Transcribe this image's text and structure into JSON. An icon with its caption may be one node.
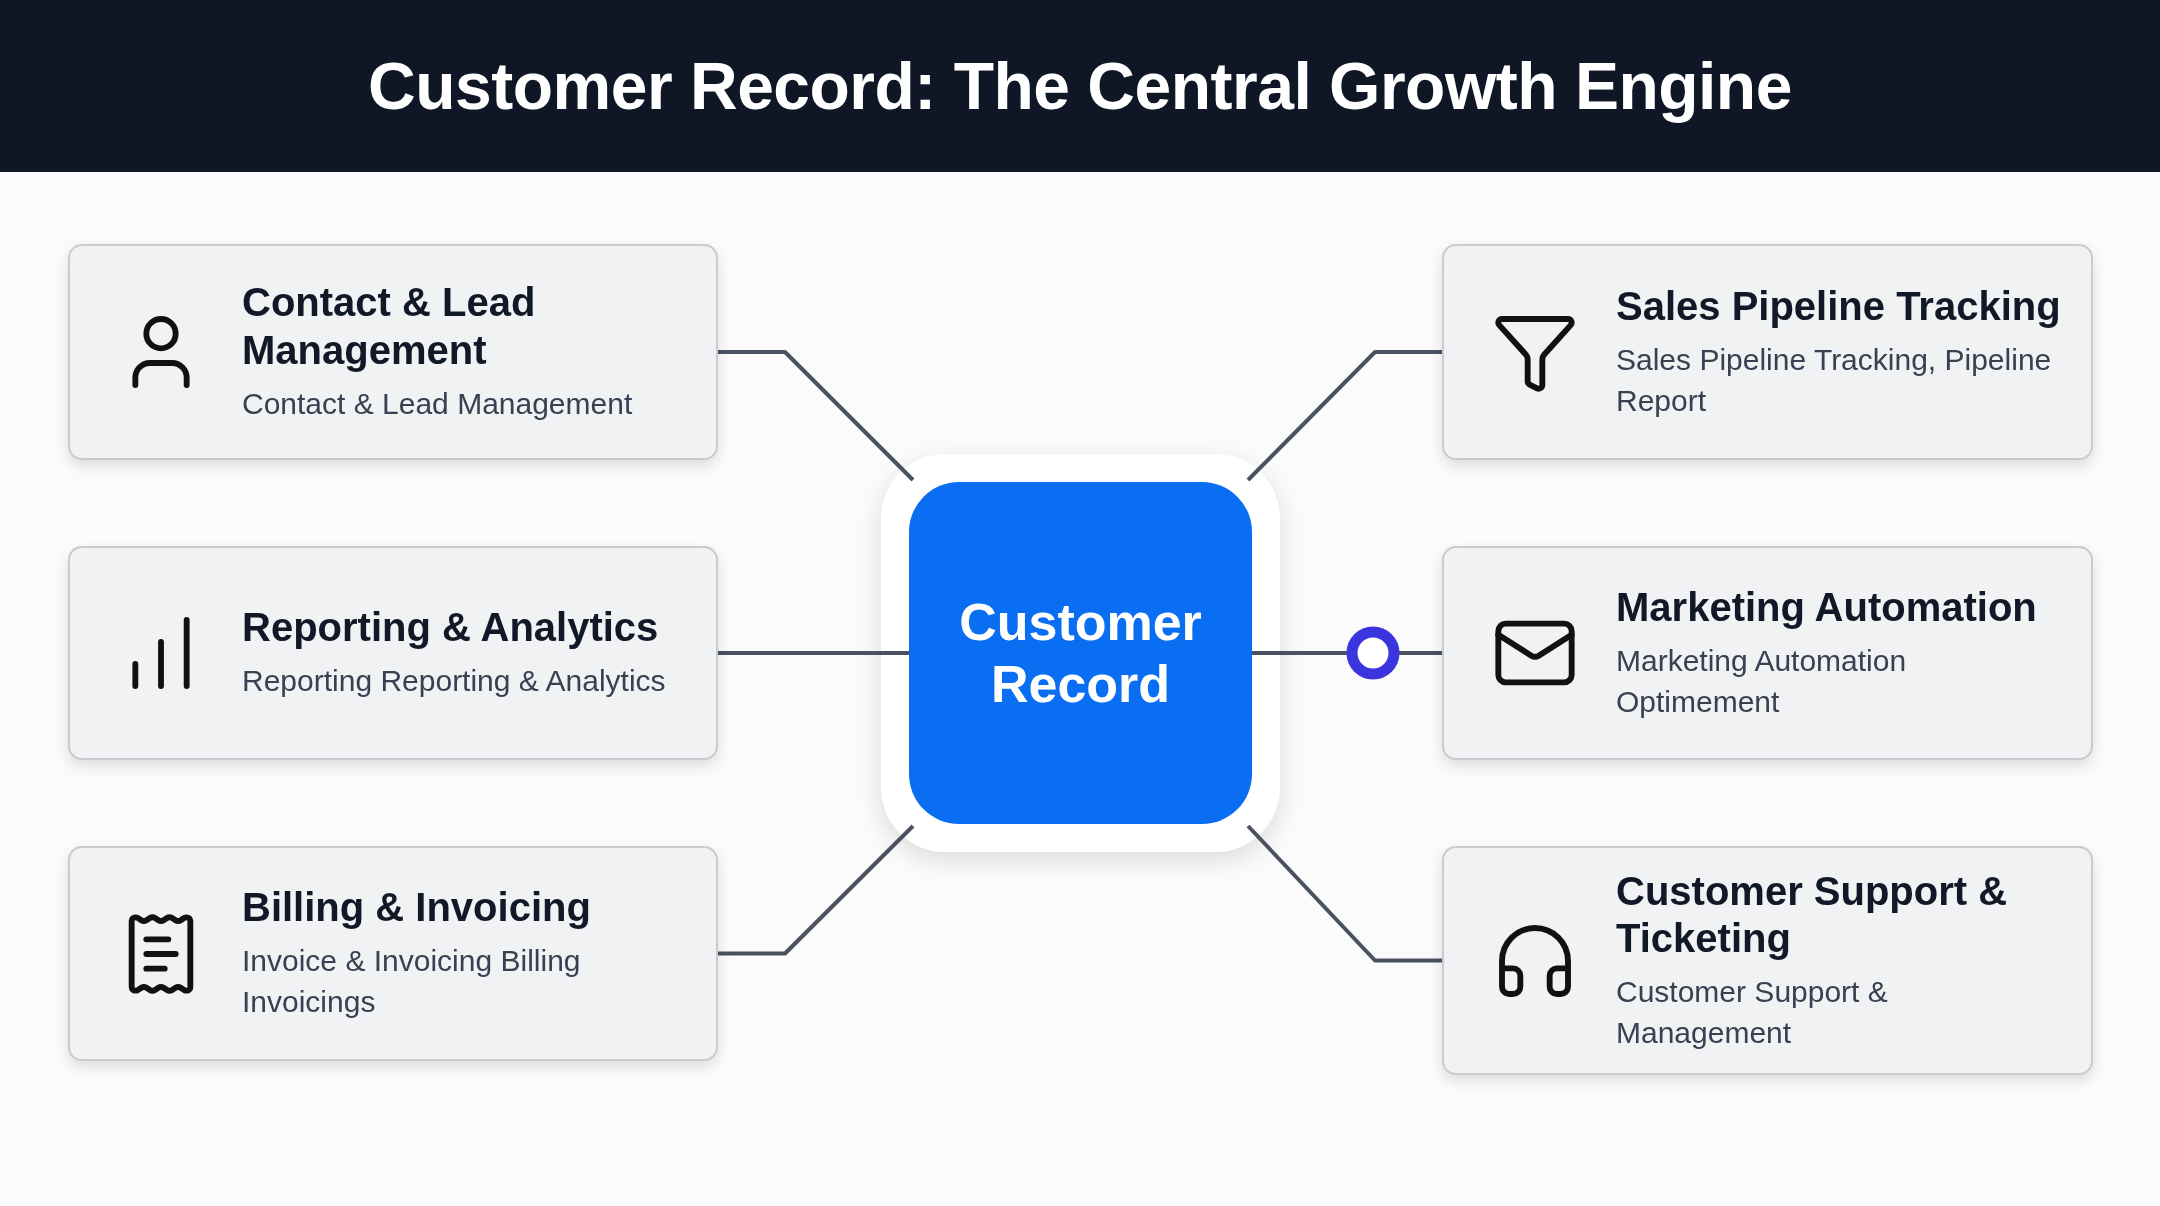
{
  "diagram": {
    "title": "Customer Record: The Central Growth Engine",
    "nodes": [
      {
        "text": [
          "Contact & Lead Management",
          "Contact & Lead Management"
        ]
      },
      {
        "text": [
          "Sales Pipeline Tracking",
          "Sales Pipeline Tracking, Pipeline Report"
        ]
      },
      {
        "text": [
          "Reporting & Analytics",
          "Reporting Reporting & Analytics"
        ]
      },
      {
        "text": [
          "Customer Record"
        ]
      },
      {
        "text": [
          "Marketing Automation",
          "Marketing Automation Optimement"
        ]
      },
      {
        "text": [
          "Billing & Invoicing",
          "Invoice & Invoicing Billing Invoicings"
        ]
      },
      {
        "text": [
          "Customer Support & Ticketing",
          "Customer Support & Management"
        ]
      }
    ],
    "edges": [
      {
        "from": 3,
        "to": 0,
        "arrow": "none"
      },
      {
        "from": 3,
        "to": 1,
        "arrow": "none"
      },
      {
        "from": 3,
        "to": 2,
        "arrow": "none"
      },
      {
        "from": 3,
        "to": 4,
        "arrow": "none"
      },
      {
        "from": 3,
        "to": 5,
        "arrow": "none"
      },
      {
        "from": 3,
        "to": 6,
        "arrow": "none"
      }
    ]
  }
}
